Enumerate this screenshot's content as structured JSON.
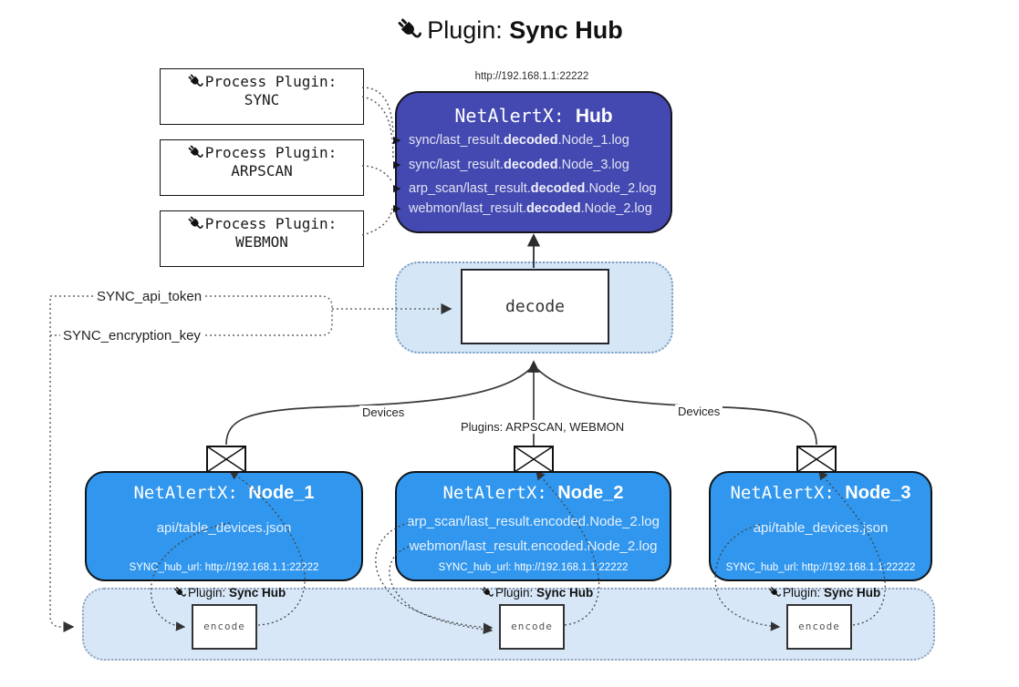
{
  "title": {
    "prefix": "Plugin: ",
    "name": "Sync Hub"
  },
  "hub": {
    "url_label": "http://192.168.1.1:22222",
    "title_prefix": "NetAlertX: ",
    "title_name": "Hub",
    "lines": [
      {
        "pre": "sync/last_result.",
        "bold": "decoded",
        "post": ".Node_1.log"
      },
      {
        "pre": "sync/last_result.",
        "bold": "decoded",
        "post": ".Node_3.log"
      },
      {
        "pre": "arp_scan/last_result.",
        "bold": "decoded",
        "post": ".Node_2.log"
      },
      {
        "pre": "webmon/last_result.",
        "bold": "decoded",
        "post": ".Node_2.log"
      }
    ]
  },
  "process_plugins": [
    {
      "label": "Process Plugin:",
      "name": "SYNC"
    },
    {
      "label": "Process Plugin:",
      "name": "ARPSCAN"
    },
    {
      "label": "Process Plugin:",
      "name": "WEBMON"
    }
  ],
  "decode": {
    "label": "decode"
  },
  "tokens": {
    "api_token": "SYNC_api_token",
    "encryption_key": "SYNC_encryption_key"
  },
  "edge_labels": {
    "devices_left": "Devices",
    "plugins_middle": "Plugins: ARPSCAN, WEBMON",
    "devices_right": "Devices"
  },
  "nodes": [
    {
      "title_prefix": "NetAlertX: ",
      "title_name": "Node_1",
      "files": [
        "api/table_devices.json"
      ],
      "hub_url": "SYNC_hub_url: http://192.168.1.1:22222"
    },
    {
      "title_prefix": "NetAlertX: ",
      "title_name": "Node_2",
      "files": [
        "arp_scan/last_result.encoded.Node_2.log",
        "webmon/last_result.encoded.Node_2.log"
      ],
      "hub_url": "SYNC_hub_url: http://192.168.1.1:22222"
    },
    {
      "title_prefix": "NetAlertX: ",
      "title_name": "Node_3",
      "files": [
        "api/table_devices.json"
      ],
      "hub_url": "SYNC_hub_url: http://192.168.1.1:22222"
    }
  ],
  "encoders": [
    {
      "label_prefix": "Plugin: ",
      "label_name": "Sync Hub",
      "box_label": "encode"
    },
    {
      "label_prefix": "Plugin: ",
      "label_name": "Sync Hub",
      "box_label": "encode"
    },
    {
      "label_prefix": "Plugin: ",
      "label_name": "Sync Hub",
      "box_label": "encode"
    }
  ],
  "colors": {
    "hub_fill": "#4349b0",
    "node_fill": "#3096ee",
    "decode_panel_fill": "#d5e6f7",
    "band_fill": "#d7e7f8",
    "panel_border": "#7d9cbf"
  }
}
